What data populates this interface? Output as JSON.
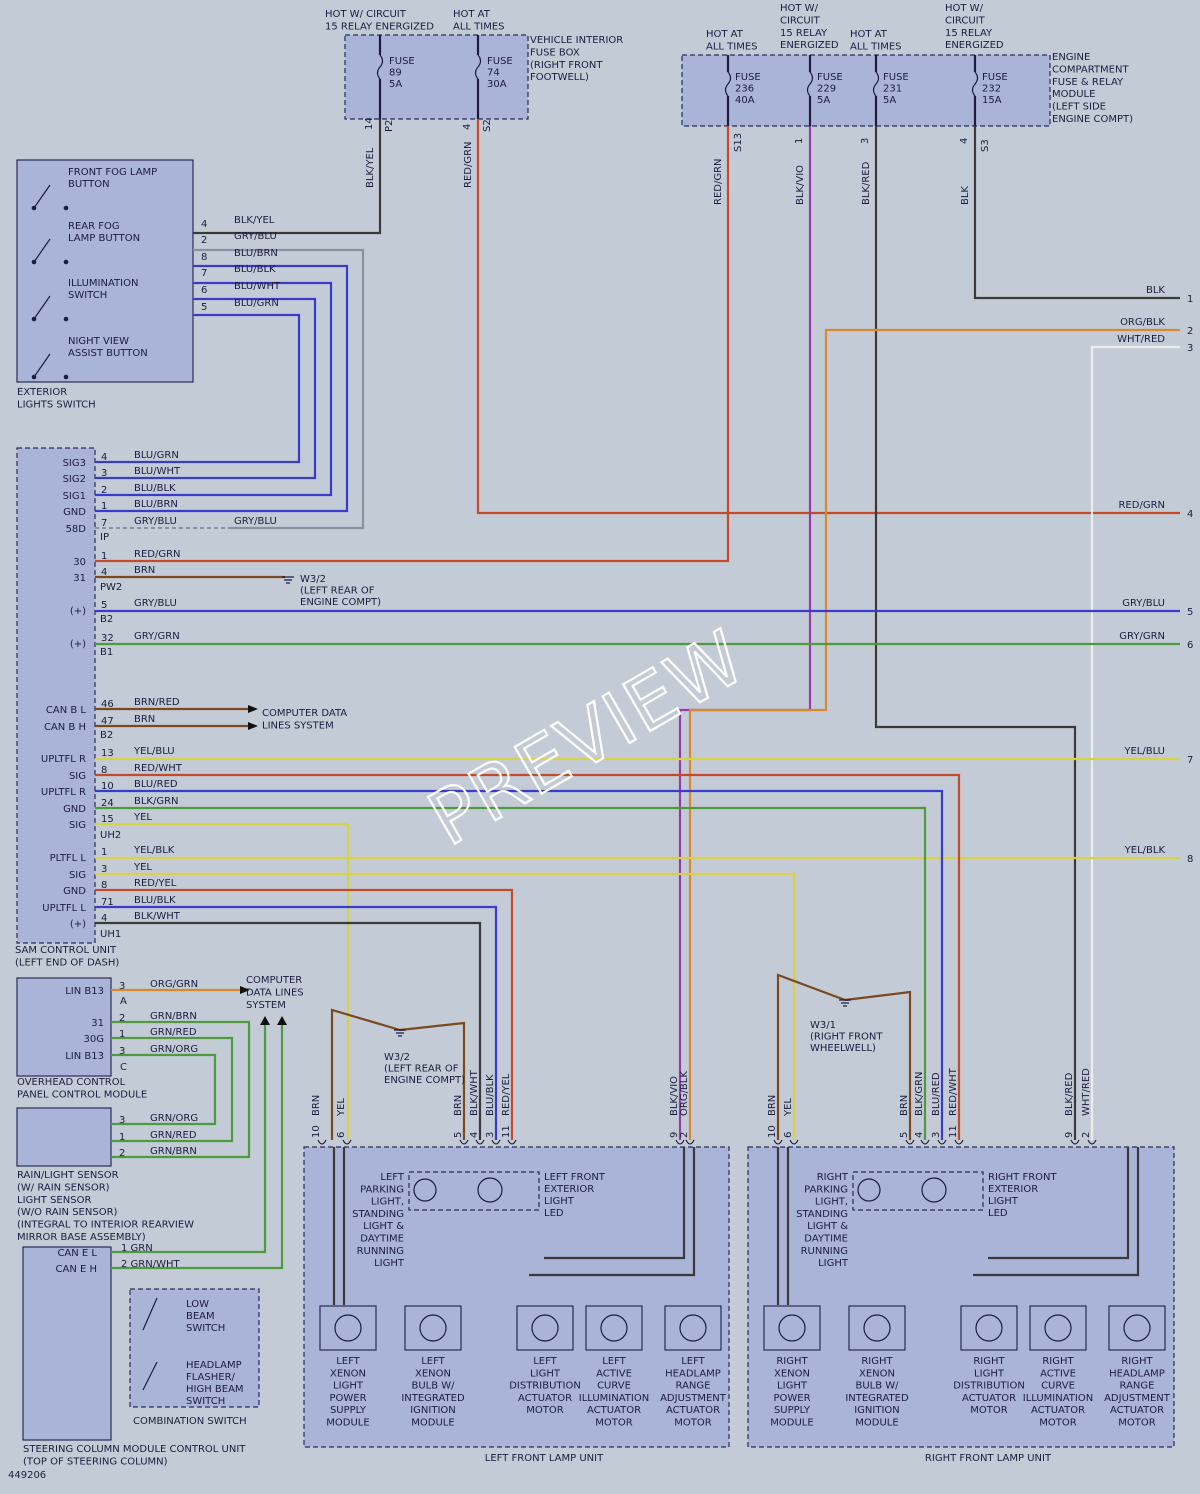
{
  "figure_id": "449206",
  "watermark": "PREVIEW",
  "fuse_box_interior": {
    "title": [
      "VEHICLE INTERIOR",
      "FUSE BOX",
      "(RIGHT FRONT",
      "FOOTWELL)"
    ],
    "headers": [
      [
        "HOT W/ CIRCUIT",
        "15 RELAY ENERGIZED"
      ],
      [
        "HOT AT",
        "ALL TIMES"
      ]
    ],
    "fuses": [
      {
        "label": "FUSE",
        "num": "89",
        "amp": "5A",
        "pin": "14",
        "conn": "P2",
        "color": "BLK/YEL"
      },
      {
        "label": "FUSE",
        "num": "74",
        "amp": "30A",
        "pin": "4",
        "conn": "S2",
        "color": "RED/GRN"
      }
    ]
  },
  "fuse_box_engine": {
    "title": [
      "ENGINE",
      "COMPARTMENT",
      "FUSE & RELAY",
      "MODULE",
      "(LEFT SIDE",
      "ENGINE COMPT)"
    ],
    "headers": [
      [
        "HOT AT",
        "ALL TIMES"
      ],
      [
        "HOT W/",
        "CIRCUIT",
        "15 RELAY",
        "ENERGIZED"
      ],
      [
        "HOT AT",
        "ALL TIMES"
      ],
      [
        "HOT W/",
        "CIRCUIT",
        "15 RELAY",
        "ENERGIZED"
      ]
    ],
    "fuses": [
      {
        "label": "FUSE",
        "num": "236",
        "amp": "40A",
        "pin": "",
        "conn": "S13",
        "color": "RED/GRN"
      },
      {
        "label": "FUSE",
        "num": "229",
        "amp": "5A",
        "pin": "1",
        "conn": "",
        "color": "BLK/VIO"
      },
      {
        "label": "FUSE",
        "num": "231",
        "amp": "5A",
        "pin": "3",
        "conn": "",
        "color": "BLK/RED"
      },
      {
        "label": "FUSE",
        "num": "232",
        "amp": "15A",
        "pin": "4",
        "conn": "S3",
        "color": "BLK"
      }
    ]
  },
  "exterior_switch": {
    "title": [
      "EXTERIOR",
      "LIGHTS SWITCH"
    ],
    "buttons": [
      [
        "FRONT FOG LAMP",
        "BUTTON"
      ],
      [
        "REAR FOG",
        "LAMP BUTTON"
      ],
      [
        "ILLUMINATION",
        "SWITCH"
      ],
      [
        "NIGHT VIEW",
        "ASSIST BUTTON"
      ]
    ],
    "pins": [
      {
        "pin": "4",
        "color": "BLK/YEL"
      },
      {
        "pin": "2",
        "color": "GRY/BLU"
      },
      {
        "pin": "8",
        "color": "BLU/BRN"
      },
      {
        "pin": "7",
        "color": "BLU/BLK"
      },
      {
        "pin": "6",
        "color": "BLU/WHT"
      },
      {
        "pin": "5",
        "color": "BLU/GRN"
      }
    ]
  },
  "sam": {
    "title": [
      "SAM CONTROL UNIT",
      "(LEFT END OF DASH)"
    ],
    "rows": [
      {
        "label": "SIG3",
        "pin": "4",
        "color": "BLU/GRN"
      },
      {
        "label": "SIG2",
        "pin": "3",
        "color": "BLU/WHT"
      },
      {
        "label": "SIG1",
        "pin": "2",
        "color": "BLU/BLK"
      },
      {
        "label": "GND",
        "pin": "1",
        "color": "BLU/BRN"
      },
      {
        "label": "58D",
        "pin": "7",
        "color": "GRY/BLU"
      },
      {
        "label": "30",
        "pin": "1",
        "color": "RED/GRN"
      },
      {
        "label": "31",
        "pin": "4",
        "color": "BRN"
      },
      {
        "label": "(+)",
        "pin": "5",
        "color": "GRY/BLU"
      },
      {
        "label": "(+)",
        "pin": "32",
        "color": "GRY/GRN"
      },
      {
        "label": "CAN B L",
        "pin": "46",
        "color": "BRN/RED"
      },
      {
        "label": "CAN B H",
        "pin": "47",
        "color": "BRN"
      },
      {
        "label": "UPLTFL R",
        "pin": "13",
        "color": "YEL/BLU"
      },
      {
        "label": "SIG",
        "pin": "8",
        "color": "RED/WHT"
      },
      {
        "label": "UPLTFL R",
        "pin": "10",
        "color": "BLU/RED"
      },
      {
        "label": "GND",
        "pin": "24",
        "color": "BLK/GRN"
      },
      {
        "label": "SIG",
        "pin": "15",
        "color": "YEL"
      },
      {
        "label": "PLTFL L",
        "pin": "1",
        "color": "YEL/BLK"
      },
      {
        "label": "SIG",
        "pin": "3",
        "color": "YEL"
      },
      {
        "label": "GND",
        "pin": "8",
        "color": "RED/YEL"
      },
      {
        "label": "UPLTFL L",
        "pin": "71",
        "color": "BLU/BLK"
      },
      {
        "label": "(+)",
        "pin": "4",
        "color": "BLK/WHT"
      }
    ],
    "connectors": [
      "IP",
      "PW2",
      "B2",
      "B1",
      "B2",
      "UH2",
      "UH1"
    ],
    "gry_blu_right": "GRY/BLU"
  },
  "grounds": {
    "w32_top": [
      "W3/2",
      "(LEFT REAR OF",
      "ENGINE COMPT)"
    ],
    "w32_low": [
      "W3/2",
      "(LEFT REAR OF",
      "ENGINE COMPT)"
    ],
    "w31": [
      "W3/1",
      "(RIGHT FRONT",
      "WHEELWELL)"
    ]
  },
  "computer_data": {
    "sam": [
      "COMPUTER DATA",
      "LINES SYSTEM"
    ],
    "overhead": [
      "COMPUTER",
      "DATA LINES",
      "SYSTEM"
    ]
  },
  "overhead": {
    "title": [
      "OVERHEAD CONTROL",
      "PANEL CONTROL MODULE"
    ],
    "rows": [
      {
        "label": "LIN B13",
        "pin": "3",
        "color": "ORG/GRN"
      },
      {
        "label": "31",
        "pin": "2",
        "color": "GRN/BRN"
      },
      {
        "label": "30G",
        "pin": "1",
        "color": "GRN/RED"
      },
      {
        "label": "LIN B13",
        "pin": "3",
        "color": "GRN/ORG"
      }
    ],
    "conns": [
      "A",
      "C"
    ]
  },
  "rain_sensor": {
    "title": [
      "RAIN/LIGHT SENSOR",
      "(W/ RAIN SENSOR)",
      "LIGHT SENSOR",
      "(W/O RAIN SENSOR)",
      "(INTEGRAL TO INTERIOR REARVIEW",
      "MIRROR BASE ASSEMBLY)"
    ],
    "rows": [
      {
        "pin": "3",
        "color": "GRN/ORG"
      },
      {
        "pin": "1",
        "color": "GRN/RED"
      },
      {
        "pin": "2",
        "color": "GRN/BRN"
      }
    ]
  },
  "steering": {
    "title": [
      "STEERING COLUMN MODULE CONTROL UNIT",
      "(TOP OF STEERING COLUMN)"
    ],
    "rows": [
      {
        "label": "CAN E L",
        "pin": "1",
        "color": "GRN"
      },
      {
        "label": "CAN E H",
        "pin": "2",
        "color": "GRN/WHT"
      }
    ],
    "switches": [
      [
        "LOW",
        "BEAM",
        "SWITCH"
      ],
      [
        "HEADLAMP",
        "FLASHER/",
        "HIGH BEAM",
        "SWITCH"
      ]
    ],
    "combo_title": "COMBINATION SWITCH"
  },
  "right_edge": [
    {
      "n": "1",
      "color": "BLK"
    },
    {
      "n": "2",
      "color": "ORG/BLK"
    },
    {
      "n": "3",
      "color": "WHT/RED"
    },
    {
      "n": "4",
      "color": "RED/GRN"
    },
    {
      "n": "5",
      "color": "GRY/BLU"
    },
    {
      "n": "6",
      "color": "GRY/GRN"
    },
    {
      "n": "7",
      "color": "YEL/BLU"
    },
    {
      "n": "8",
      "color": "YEL/BLK"
    }
  ],
  "left_lamp": {
    "title": "LEFT FRONT LAMP UNIT",
    "pins": [
      {
        "pin": "10",
        "color": "BRN"
      },
      {
        "pin": "6",
        "color": "YEL"
      },
      {
        "pin": "5",
        "color": "BRN"
      },
      {
        "pin": "4",
        "color": "BLK/WHT"
      },
      {
        "pin": "3",
        "color": "BLU/BLK"
      },
      {
        "pin": "11",
        "color": "RED/YEL"
      },
      {
        "pin": "9",
        "color": "BLK/VIO"
      },
      {
        "pin": "2",
        "color": "ORG/BLK"
      }
    ],
    "parking": [
      "LEFT",
      "PARKING",
      "LIGHT,",
      "STANDING",
      "LIGHT &",
      "DAYTIME",
      "RUNNING",
      "LIGHT"
    ],
    "led": [
      "LEFT FRONT",
      "EXTERIOR",
      "LIGHT",
      "LED"
    ],
    "modules": [
      [
        "LEFT",
        "XENON",
        "LIGHT",
        "POWER",
        "SUPPLY",
        "MODULE"
      ],
      [
        "LEFT",
        "XENON",
        "BULB W/",
        "INTEGRATED",
        "IGNITION",
        "MODULE"
      ],
      [
        "LEFT",
        "LIGHT",
        "DISTRIBUTION",
        "ACTUATOR",
        "MOTOR"
      ],
      [
        "LEFT",
        "ACTIVE",
        "CURVE",
        "ILLUMINATION",
        "ACTUATOR",
        "MOTOR"
      ],
      [
        "LEFT",
        "HEADLAMP",
        "RANGE",
        "ADJUSTMENT",
        "ACTUATOR",
        "MOTOR"
      ]
    ]
  },
  "right_lamp": {
    "title": "RIGHT FRONT LAMP UNIT",
    "pins": [
      {
        "pin": "10",
        "color": "BRN"
      },
      {
        "pin": "6",
        "color": "YEL"
      },
      {
        "pin": "5",
        "color": "BRN"
      },
      {
        "pin": "4",
        "color": "BLK/GRN"
      },
      {
        "pin": "3",
        "color": "BLU/RED"
      },
      {
        "pin": "11",
        "color": "RED/WHT"
      },
      {
        "pin": "9",
        "color": "BLK/RED"
      },
      {
        "pin": "2",
        "color": "WHT/RED"
      }
    ],
    "parking": [
      "RIGHT",
      "PARKING",
      "LIGHT,",
      "STANDING",
      "LIGHT &",
      "DAYTIME",
      "RUNNING",
      "LIGHT"
    ],
    "led": [
      "RIGHT FRONT",
      "EXTERIOR",
      "LIGHT",
      "LED"
    ],
    "modules": [
      [
        "RIGHT",
        "XENON",
        "LIGHT",
        "POWER",
        "SUPPLY",
        "MODULE"
      ],
      [
        "RIGHT",
        "XENON",
        "BULB W/",
        "INTEGRATED",
        "IGNITION",
        "MODULE"
      ],
      [
        "RIGHT",
        "LIGHT",
        "DISTRIBUTION",
        "ACTUATOR",
        "MOTOR"
      ],
      [
        "RIGHT",
        "ACTIVE",
        "CURVE",
        "ILLUMINATION",
        "ACTUATOR",
        "MOTOR"
      ],
      [
        "RIGHT",
        "HEADLAMP",
        "RANGE",
        "ADJUSTMENT",
        "ACTUATOR",
        "MOTOR"
      ]
    ]
  }
}
